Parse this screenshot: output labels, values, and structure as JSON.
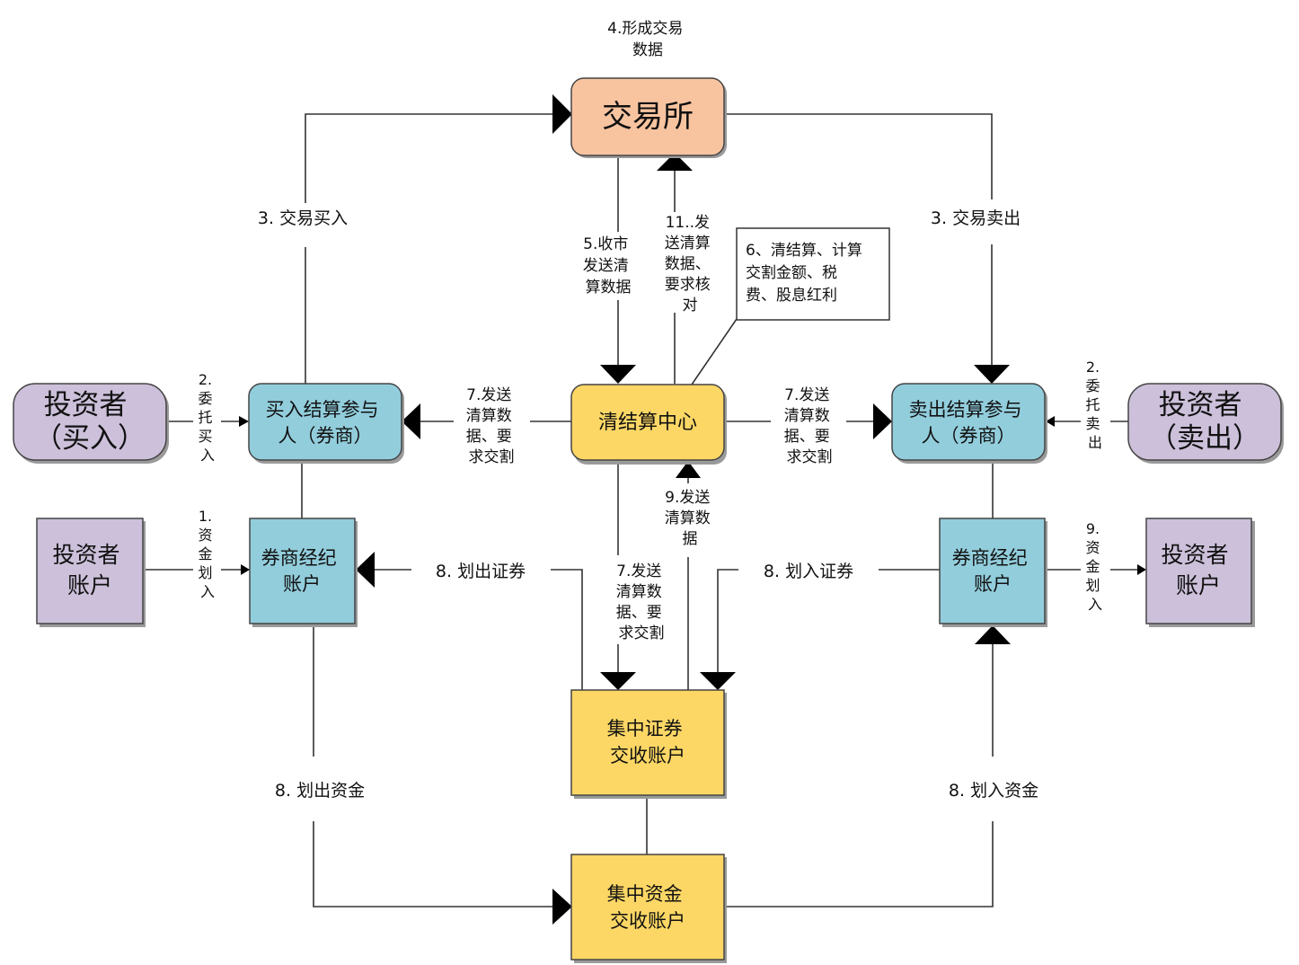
{
  "nodes": {
    "exchange": {
      "label": "交易所",
      "fill": "#F8C4A0"
    },
    "clearing_center": {
      "label": "清结算中心",
      "fill": "#FCD765"
    },
    "buy_participant": {
      "lines": [
        "买入结算参与",
        "人（券商）"
      ],
      "fill": "#92CDDC"
    },
    "sell_participant": {
      "lines": [
        "卖出结算参与",
        "人（券商）"
      ],
      "fill": "#92CDDC"
    },
    "investor_buy": {
      "lines": [
        "投资者",
        "（买入）"
      ],
      "fill": "#CCC0DA"
    },
    "investor_sell": {
      "lines": [
        "投资者",
        "（卖出）"
      ],
      "fill": "#CCC0DA"
    },
    "investor_account_left": {
      "lines": [
        "投资者",
        "账户"
      ],
      "fill": "#CCC0DA"
    },
    "investor_account_right": {
      "lines": [
        "投资者",
        "账户"
      ],
      "fill": "#CCC0DA"
    },
    "broker_account_left": {
      "lines": [
        "券商经纪",
        "账户"
      ],
      "fill": "#92CDDC"
    },
    "broker_account_right": {
      "lines": [
        "券商经纪",
        "账户"
      ],
      "fill": "#92CDDC"
    },
    "central_securities": {
      "lines": [
        "集中证券",
        "交收账户"
      ],
      "fill": "#FCD765"
    },
    "central_funds": {
      "lines": [
        "集中资金",
        "交收账户"
      ],
      "fill": "#FCD765"
    }
  },
  "labels": {
    "form_trade_data": [
      "4.形成交易",
      "数据"
    ],
    "trade_buy": "3. 交易买入",
    "trade_sell": "3. 交易卖出",
    "close_send_data": [
      "5.收市",
      "发送清",
      "算数据"
    ],
    "send_verify": [
      "11..发",
      "送清算",
      "数据、",
      "要求核",
      "对"
    ],
    "note_clearing": [
      "6、清结算、计算",
      "交割金额、税",
      "费、股息红利"
    ],
    "entrust_buy": [
      "2.",
      "委",
      "托",
      "买",
      "入"
    ],
    "entrust_sell": [
      "2.",
      "委",
      "托",
      "卖",
      "出"
    ],
    "send_left": [
      "7.发送",
      "清算数",
      "据、要",
      "求交割"
    ],
    "send_right": [
      "7.发送",
      "清算数",
      "据、要",
      "求交割"
    ],
    "send_down": [
      "7.发送",
      "清算数",
      "据、要",
      "求交割"
    ],
    "send_up": [
      "9.发送",
      "清算数",
      "据"
    ],
    "funds_in_left": [
      "1.",
      "资",
      "金",
      "划",
      "入"
    ],
    "funds_in_right": [
      "9.",
      "资",
      "金",
      "划",
      "入"
    ],
    "transfer_out_securities": "8. 划出证券",
    "transfer_in_securities": "8. 划入证券",
    "transfer_out_funds": "8. 划出资金",
    "transfer_in_funds": "8. 划入资金"
  }
}
